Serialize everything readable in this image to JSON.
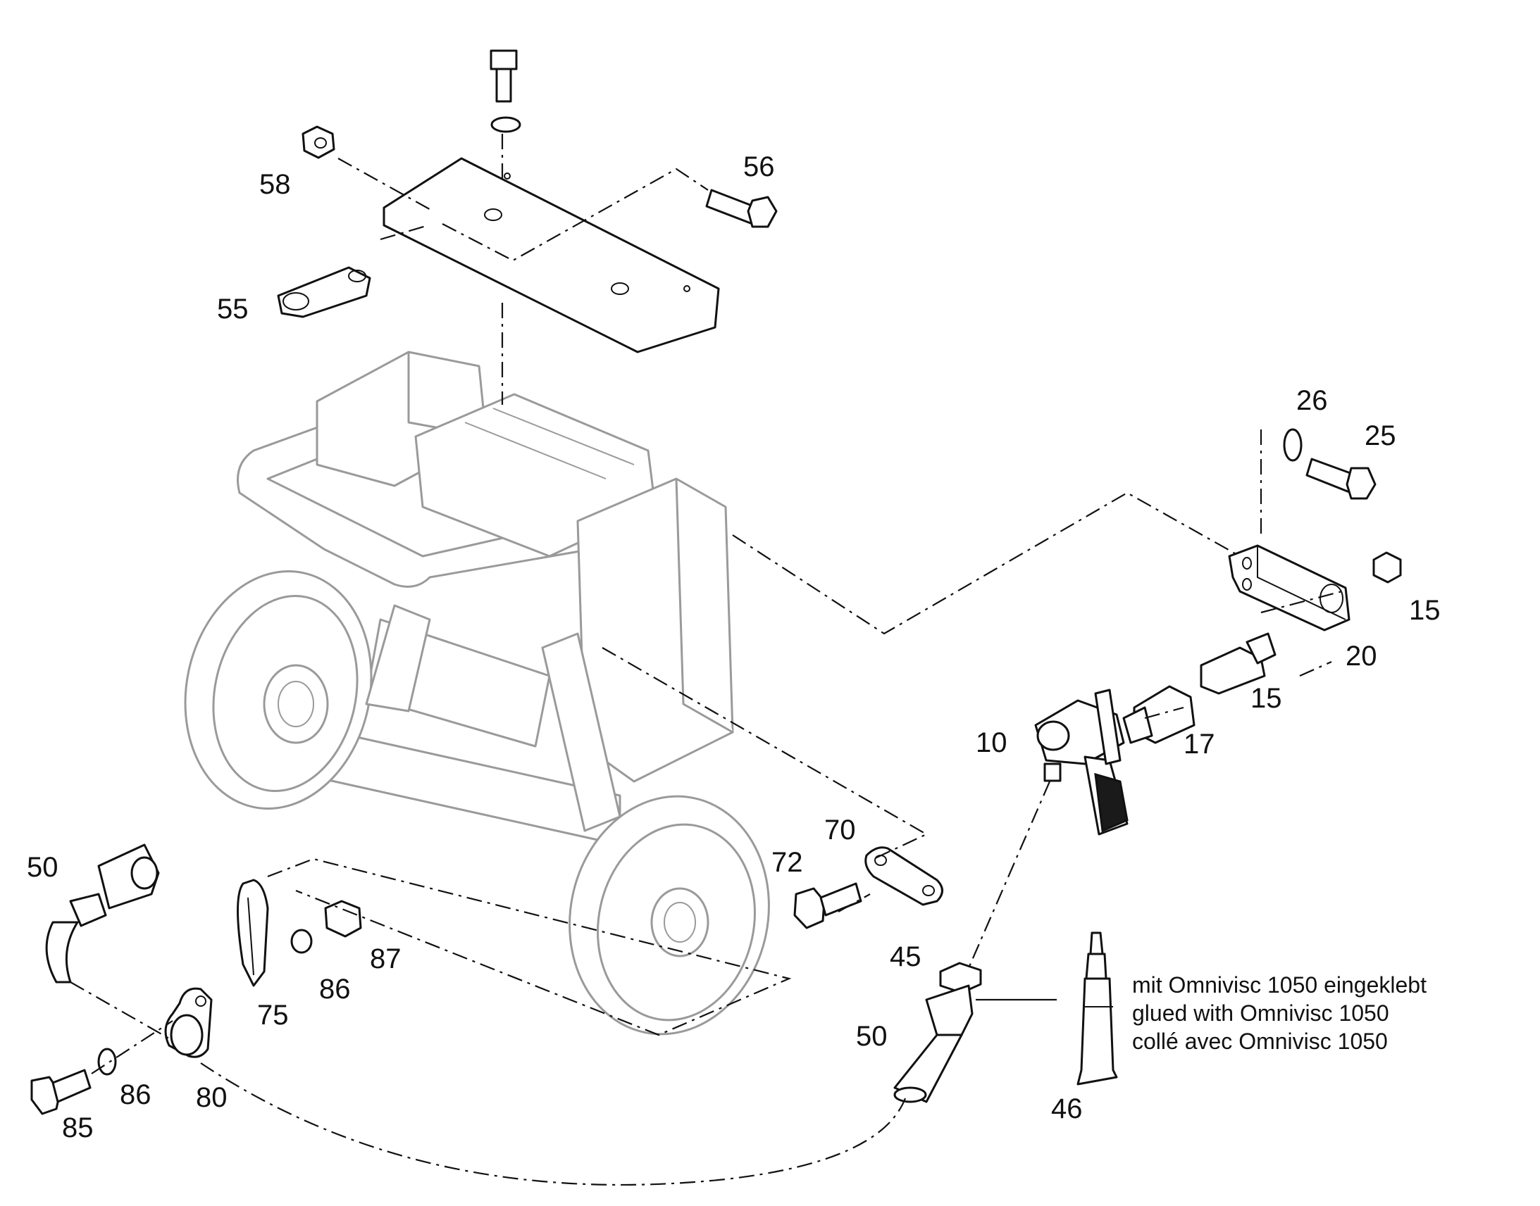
{
  "callouts": {
    "c58": "58",
    "c56": "56",
    "c55": "55",
    "c26": "26",
    "c25": "25",
    "c15a": "15",
    "c20": "20",
    "c15b": "15",
    "c17": "17",
    "c10": "10",
    "c50a": "50",
    "c70": "70",
    "c72": "72",
    "c87": "87",
    "c86a": "86",
    "c75": "75",
    "c45": "45",
    "c50b": "50",
    "c46": "46",
    "c85": "85",
    "c86b": "86",
    "c80": "80"
  },
  "note": {
    "line1": "mit Omnivisc 1050 eingeklebt",
    "line2": "glued with Omnivisc 1050",
    "line3": "collé avec Omnivisc 1050"
  }
}
